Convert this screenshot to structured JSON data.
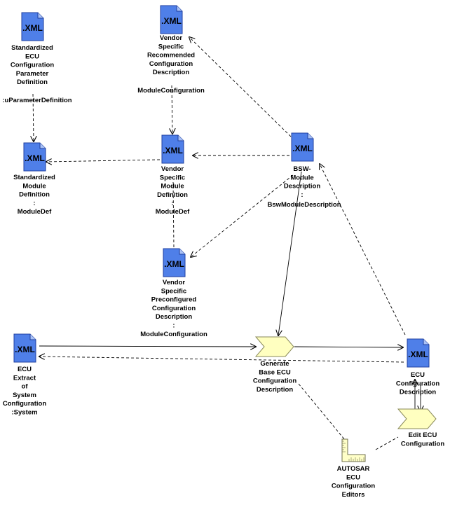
{
  "colors": {
    "document_fill": "#4f7fe8",
    "document_stroke": "#1f3f9f",
    "activity_fill": "#ffffc0",
    "activity_stroke": "#8a8a5a",
    "tool_fill": "#ffffc8",
    "line": "#000000"
  },
  "nodes": {
    "std_ecu_param_def": {
      "icon_text": ".XML",
      "label_lines": [
        "Standardized",
        "ECU",
        "Configuration",
        "Parameter",
        "Definition"
      ],
      "type_text": ":uParameterDefinition"
    },
    "vendor_rec_config": {
      "icon_text": ".XML",
      "label_lines": [
        "Vendor",
        "Specific",
        "Recommended",
        "Configuration",
        "Description"
      ],
      "type_text": "ModuleConfiguration"
    },
    "std_module_def": {
      "icon_text": ".XML",
      "label_lines": [
        "Standardized",
        "Module",
        "Definition",
        ":",
        "ModuleDef"
      ]
    },
    "vendor_module_def": {
      "icon_text": ".XML",
      "label_lines": [
        "Vendor",
        "Specific",
        "Module",
        "Definition",
        ":"
      ],
      "type_text": "ModuleDef"
    },
    "bsw_module_desc": {
      "icon_text": ".XML",
      "label_lines": [
        "BSW-",
        "Module",
        "Description",
        ":"
      ],
      "type_text": "BswModuleDescription"
    },
    "vendor_preconf": {
      "icon_text": ".XML",
      "label_lines": [
        "Vendor",
        "Specific",
        "Preconfigured",
        "Configuration",
        "Description",
        ":",
        "ModuleConfiguration"
      ]
    },
    "ecu_extract": {
      "icon_text": ".XML",
      "label_lines": [
        "ECU",
        "Extract",
        "of",
        "System",
        "Configuration",
        ":System"
      ]
    },
    "generate_base": {
      "label_lines": [
        "Generate",
        "Base ECU",
        "Configuration",
        "Description"
      ]
    },
    "ecu_config_desc": {
      "icon_text": ".XML",
      "label_lines": [
        "ECU",
        "Configuration",
        "Description"
      ]
    },
    "edit_ecu_config": {
      "label_lines": [
        "Edit ECU",
        "Configuration"
      ]
    },
    "autosar_editors": {
      "label_lines": [
        "AUTOSAR",
        "ECU",
        "Configuration",
        "Editors"
      ]
    }
  }
}
